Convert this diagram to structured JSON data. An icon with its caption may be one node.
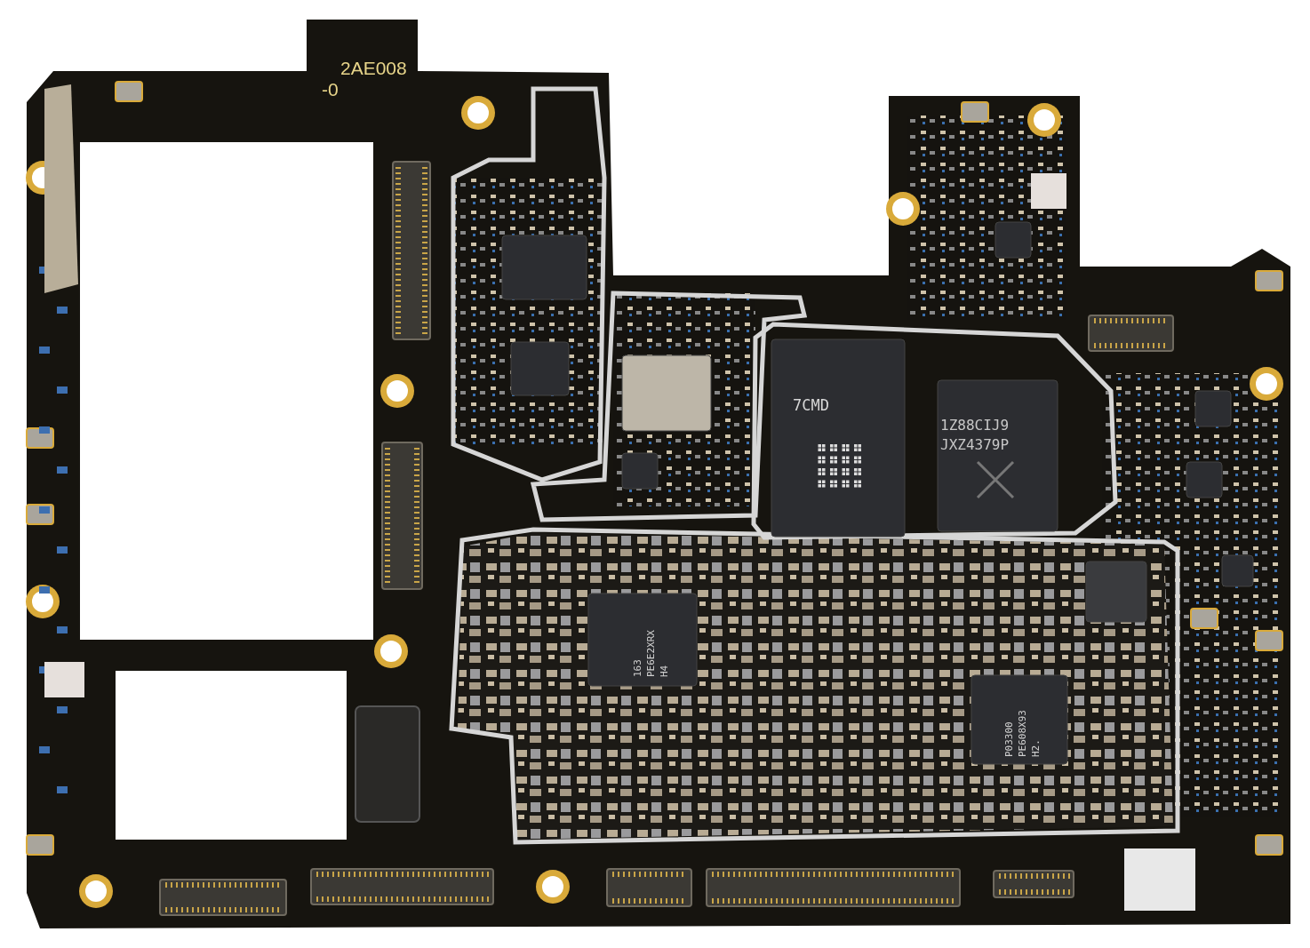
{
  "diagram": {
    "labels": [
      "2AE008",
      "-0",
      "7CMD",
      "1Z88CIJ9",
      "JXZ4379P",
      "163",
      "PE6E2XRX",
      "H4",
      "P03300",
      "PE608X93",
      "H2."
    ]
  }
}
